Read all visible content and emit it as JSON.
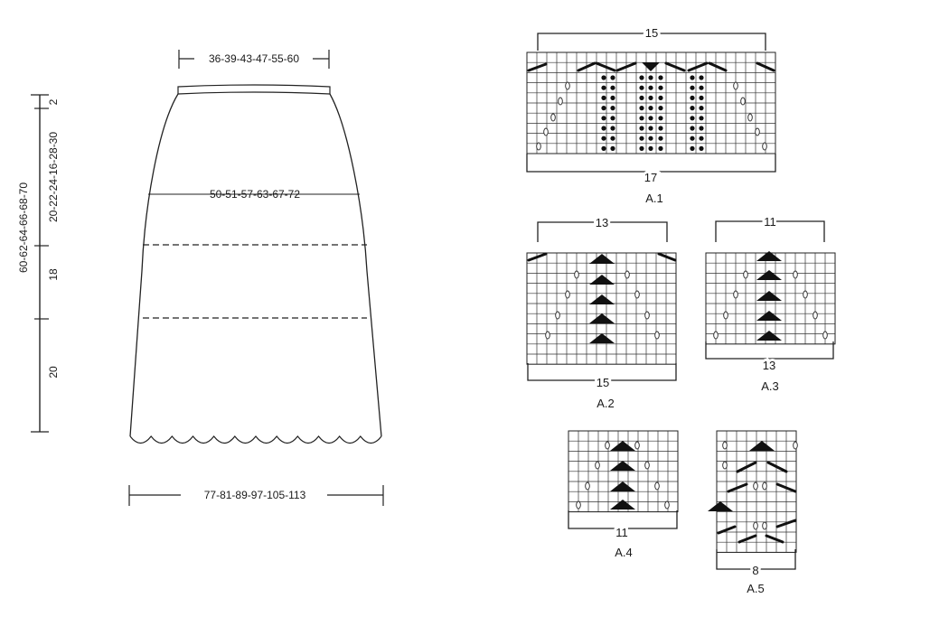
{
  "skirt": {
    "waist_width": "36-39-43-47-55-60",
    "hip_width": "50-51-57-63-67-72",
    "hem_width": "77-81-89-97-105-113",
    "total_length": "60-62-64-66-68-70",
    "section_lengths": [
      "2",
      "20-22-24-16-28-30",
      "18",
      "20"
    ]
  },
  "charts": [
    {
      "id": "A.1",
      "top_repeat": "15",
      "bottom_repeat": "17"
    },
    {
      "id": "A.2",
      "top_repeat": "13",
      "bottom_repeat": "15"
    },
    {
      "id": "A.3",
      "top_repeat": "11",
      "bottom_repeat": "13"
    },
    {
      "id": "A.4",
      "bottom_repeat": "11"
    },
    {
      "id": "A.5",
      "bottom_repeat": "8"
    }
  ]
}
